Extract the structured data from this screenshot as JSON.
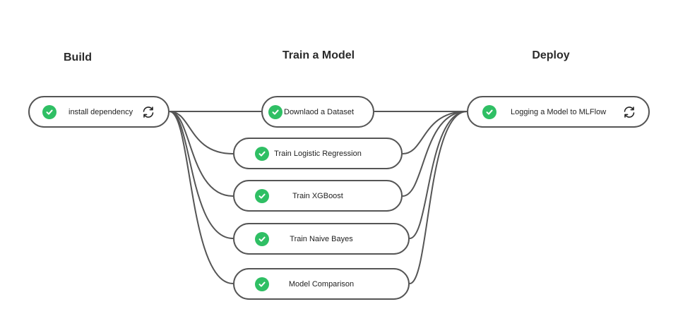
{
  "stages": [
    {
      "id": "build",
      "title": "Build"
    },
    {
      "id": "train",
      "title": "Train a Model"
    },
    {
      "id": "deploy",
      "title": "Deploy"
    }
  ],
  "nodes": {
    "install": {
      "label": "install dependency",
      "status": "success",
      "icons": [
        "check-icon",
        "refresh-icon"
      ]
    },
    "download": {
      "label": "Downlaod a Dataset",
      "status": "success",
      "icons": [
        "check-icon"
      ]
    },
    "logistic": {
      "label": "Train Logistic Regression",
      "status": "success",
      "icons": [
        "check-icon"
      ]
    },
    "xgboost": {
      "label": "Train XGBoost",
      "status": "success",
      "icons": [
        "check-icon"
      ]
    },
    "naive_bayes": {
      "label": "Train Naive Bayes",
      "status": "success",
      "icons": [
        "check-icon"
      ]
    },
    "comparison": {
      "label": "Model Comparison",
      "status": "success",
      "icons": [
        "check-icon"
      ]
    },
    "mlflow": {
      "label": "Logging a Model to MLFlow",
      "status": "success",
      "icons": [
        "check-icon",
        "refresh-icon"
      ]
    }
  },
  "edges": [
    [
      "install",
      "download"
    ],
    [
      "install",
      "logistic"
    ],
    [
      "install",
      "xgboost"
    ],
    [
      "install",
      "naive_bayes"
    ],
    [
      "install",
      "comparison"
    ],
    [
      "download",
      "mlflow"
    ],
    [
      "logistic",
      "mlflow"
    ],
    [
      "xgboost",
      "mlflow"
    ],
    [
      "naive_bayes",
      "mlflow"
    ],
    [
      "comparison",
      "mlflow"
    ]
  ],
  "colors": {
    "success": "#2fbf64",
    "border": "#555555",
    "edge": "#555555",
    "text": "#222222",
    "title": "#2b2b2b"
  }
}
